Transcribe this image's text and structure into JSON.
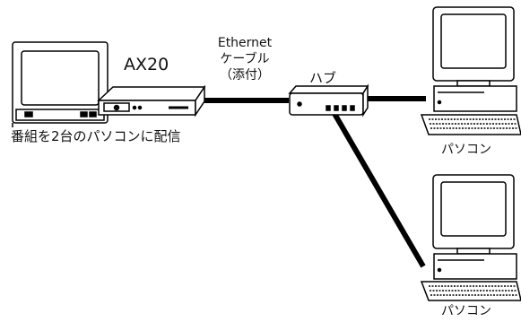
{
  "labels": {
    "device": "AX20",
    "cable_line1": "Ethernet",
    "cable_line2": "ケーブル",
    "cable_line3": "（添付）",
    "hub": "ハブ",
    "caption": "番組を2台のパソコンに配信",
    "pc1": "パソコン",
    "pc2": "パソコン"
  },
  "icons": [
    "tv-icon",
    "ax20-box-icon",
    "hub-icon",
    "computer-icon"
  ],
  "colors": {
    "line": "#000000",
    "fill": "#ffffff"
  }
}
